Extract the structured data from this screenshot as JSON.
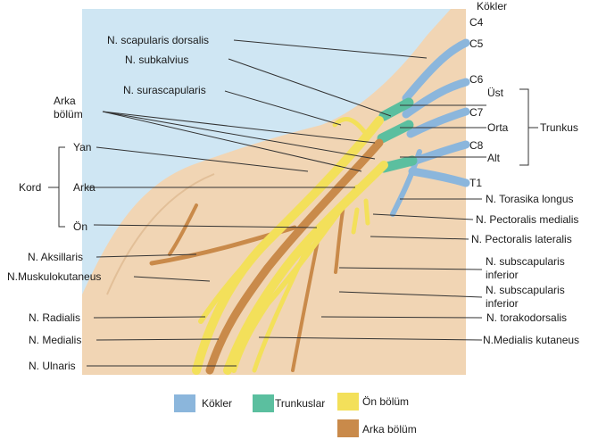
{
  "legend": [
    {
      "label": "Kökler",
      "color": "#8bb6dc"
    },
    {
      "label": "Trunkuslar",
      "color": "#5bbf9f"
    },
    {
      "label": "Ön bölüm",
      "color": "#f3e05a"
    },
    {
      "label": "Arka bölüm",
      "color": "#c98a4a"
    }
  ],
  "labels": {
    "kokler_title": "Kökler",
    "c4": "C4",
    "c5": "C5",
    "c6": "C6",
    "c7": "C7",
    "c8": "C8",
    "t1": "T1",
    "ust": "Üst",
    "orta": "Orta",
    "alt": "Alt",
    "trunkus": "Trunkus",
    "scapularis_dorsalis": "N. scapularis dorsalis",
    "subkalvius": "N. subkalvius",
    "surascapularis": "N. surascapularis",
    "arka_bolum_1": "Arka",
    "arka_bolum_2": "bölüm",
    "kord": "Kord",
    "yan": "Yan",
    "arka": "Arka",
    "on": "Ön",
    "aksillaris": "N. Aksillaris",
    "muskulokutaneus": "N.Muskulokutaneus",
    "radialis": "N. Radialis",
    "medialis": "N. Medialis",
    "ulnaris": "N. Ulnaris",
    "torasika_longus": "N. Torasika longus",
    "pectoralis_medialis": "N. Pectoralis medialis",
    "pectoralis_lateralis": "N. Pectoralis lateralis",
    "subscapularis_inf_1a": "N. subscapularis",
    "subscapularis_inf_1b": "inferior",
    "subscapularis_inf_2a": "N. subscapularis",
    "subscapularis_inf_2b": "inferior",
    "torakodorsalis": "N. torakodorsalis",
    "medialis_kutaneus": "N.Medialis kutaneus"
  },
  "colors": {
    "background_blue": "#cfe6f3",
    "skin": "#f1d5b4",
    "roots": "#8bb6dc",
    "trunks": "#5bbf9f",
    "anterior": "#f3e05a",
    "posterior": "#c98a4a",
    "leader": "#333333"
  }
}
